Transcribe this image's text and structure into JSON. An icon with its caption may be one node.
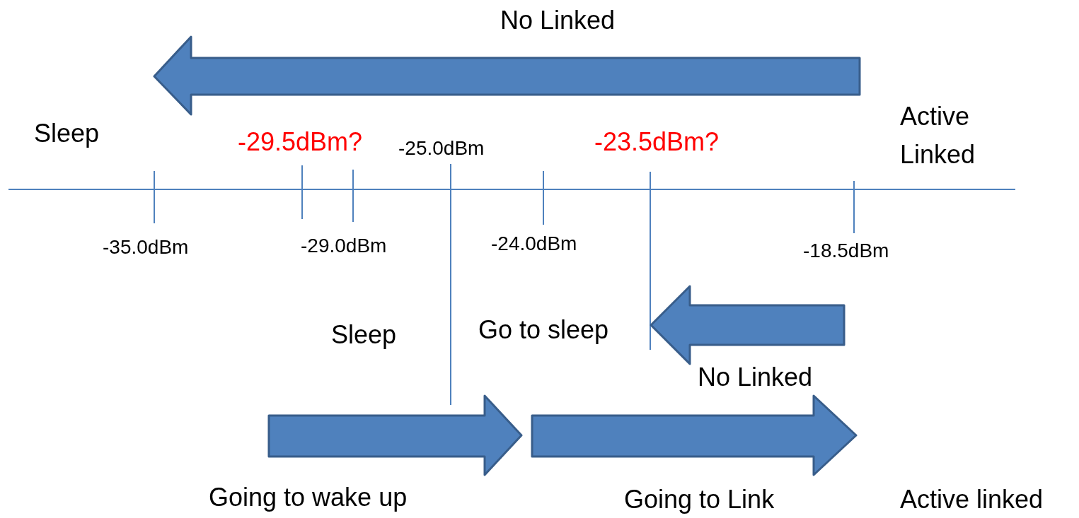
{
  "diagram": {
    "labels": [
      "No Linked",
      "Active Linked",
      "Sleep",
      "-29.5dBm?",
      "-25.0dBm",
      "-23.5dBm?",
      "-35.0dBm",
      "-29.0dBm",
      "-24.0dBm",
      "-18.5dBm",
      "Sleep",
      "Go to sleep",
      "No Linked",
      "Going to wake up",
      "Going to Link",
      "Active linked"
    ]
  }
}
